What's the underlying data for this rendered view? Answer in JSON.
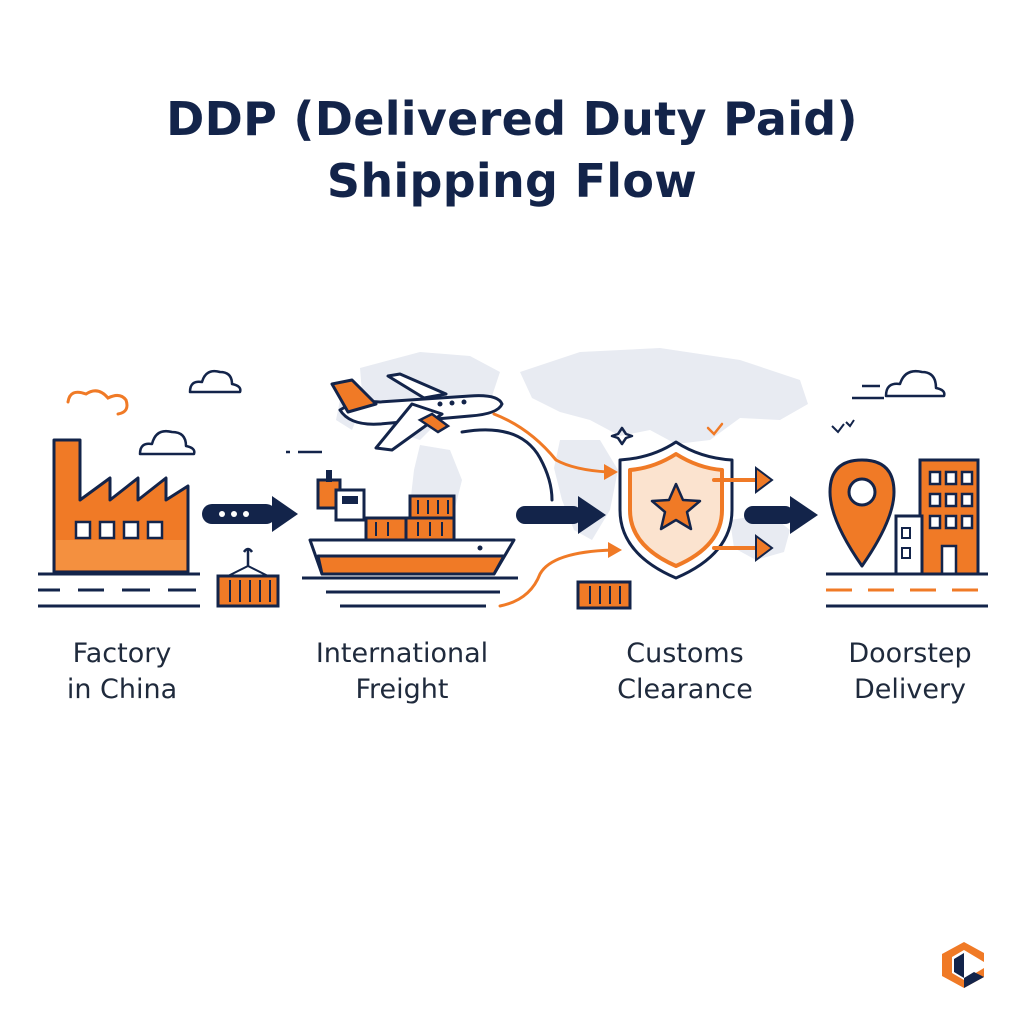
{
  "title": {
    "line1": "DDP (Delivered Duty Paid)",
    "line2": "Shipping Flow"
  },
  "colors": {
    "navy": "#13244a",
    "orange": "#f07a26",
    "orange_light": "#f8a25a",
    "map": "#e7eaf1",
    "text": "#1f2a3c"
  },
  "steps": [
    {
      "icon": "factory-icon",
      "line1": "Factory",
      "line2": "in China"
    },
    {
      "icon": "cargo-ship-icon",
      "line1": "International",
      "line2": "Freight"
    },
    {
      "icon": "customs-shield-icon",
      "line1": "Customs",
      "line2": "Clearance"
    },
    {
      "icon": "delivery-location-icon",
      "line1": "Doorstep",
      "line2": "Delivery"
    }
  ],
  "logo": {
    "icon": "brand-logo-icon"
  }
}
